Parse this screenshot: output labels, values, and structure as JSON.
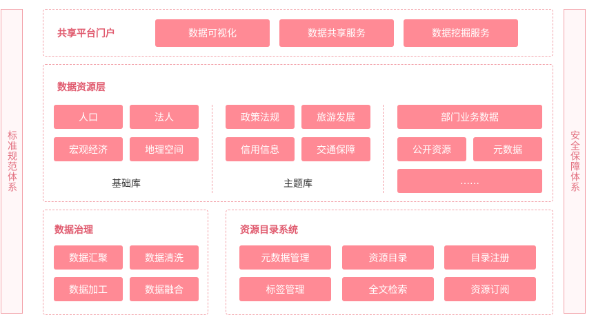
{
  "left_side": "标准规范体系",
  "right_side": "安全保障体系",
  "portal": {
    "title": "共享平台门户",
    "buttons": [
      "数据可视化",
      "数据共享服务",
      "数据挖掘服务"
    ]
  },
  "resource_layer": {
    "title": "数据资源层",
    "basic": {
      "items": [
        "人口",
        "法人",
        "宏观经济",
        "地理空间"
      ],
      "caption": "基础库"
    },
    "theme": {
      "items": [
        "政策法规",
        "旅游发展",
        "信用信息",
        "交通保障"
      ],
      "caption": "主题库"
    },
    "dept": {
      "items": [
        "部门业务数据",
        "公开资源",
        "元数据",
        "……"
      ]
    }
  },
  "governance": {
    "title": "数据治理",
    "items": [
      "数据汇聚",
      "数据清洗",
      "数据加工",
      "数据融合"
    ]
  },
  "catalog": {
    "title": "资源目录系统",
    "items": [
      "元数据管理",
      "资源目录",
      "目录注册",
      "标签管理",
      "全文检索",
      "资源订阅"
    ]
  },
  "colors": {
    "accent": "#ff8a95",
    "border": "#f2a0a8",
    "title": "#e05a6e"
  }
}
